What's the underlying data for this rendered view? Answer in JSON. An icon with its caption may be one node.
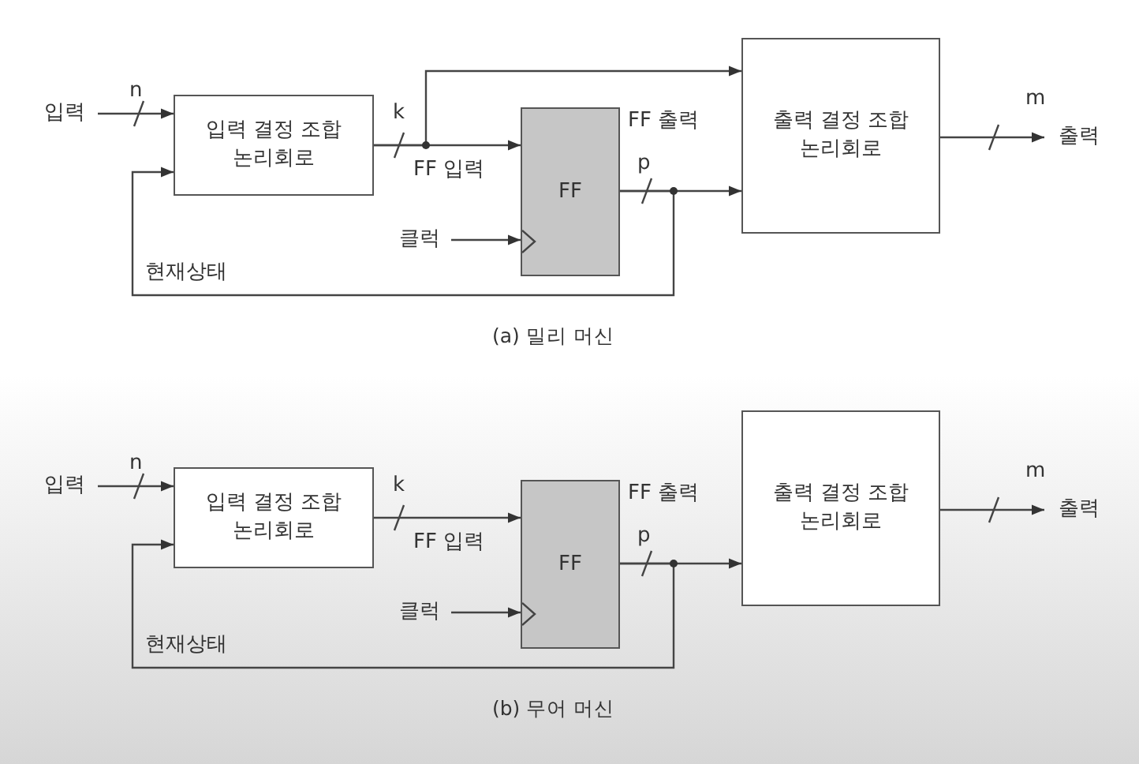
{
  "diagram": {
    "nodes": [
      {
        "text": [
          "입력"
        ]
      },
      {
        "text": [
          "입력 결정 조합 논리회로"
        ]
      },
      {
        "text": [
          "FF"
        ]
      },
      {
        "text": [
          "클럭"
        ]
      },
      {
        "text": [
          "출력 결정 조합 논리회로"
        ]
      },
      {
        "text": [
          "출력"
        ]
      },
      {
        "text": [
          "입력"
        ]
      },
      {
        "text": [
          "입력 결정 조합 논리회로"
        ]
      },
      {
        "text": [
          "FF"
        ]
      },
      {
        "text": [
          "클럭"
        ]
      },
      {
        "text": [
          "출력 결정 조합 논리회로"
        ]
      },
      {
        "text": [
          "출력"
        ]
      }
    ],
    "edges": [
      {
        "from": 0,
        "to": 1,
        "arrow": "to"
      },
      {
        "from": 1,
        "to": 2,
        "arrow": "to"
      },
      {
        "from": 1,
        "to": 4,
        "arrow": "to"
      },
      {
        "from": 3,
        "to": 2,
        "arrow": "to"
      },
      {
        "from": 2,
        "to": 4,
        "arrow": "to"
      },
      {
        "from": 2,
        "to": 1,
        "arrow": "to"
      },
      {
        "from": 4,
        "to": 5,
        "arrow": "to"
      },
      {
        "from": 6,
        "to": 7,
        "arrow": "to"
      },
      {
        "from": 7,
        "to": 8,
        "arrow": "to"
      },
      {
        "from": 9,
        "to": 8,
        "arrow": "to"
      },
      {
        "from": 8,
        "to": 10,
        "arrow": "to"
      },
      {
        "from": 8,
        "to": 7,
        "arrow": "to"
      },
      {
        "from": 10,
        "to": 11,
        "arrow": "to"
      }
    ],
    "labels": [
      "n",
      "k",
      "FF 입력",
      "FF 출력",
      "p",
      "현재상태",
      "m",
      "(a) 밀리 머신",
      "n",
      "k",
      "FF 입력",
      "FF 출력",
      "p",
      "현재상태",
      "m",
      "(b) 무어 머신"
    ]
  }
}
